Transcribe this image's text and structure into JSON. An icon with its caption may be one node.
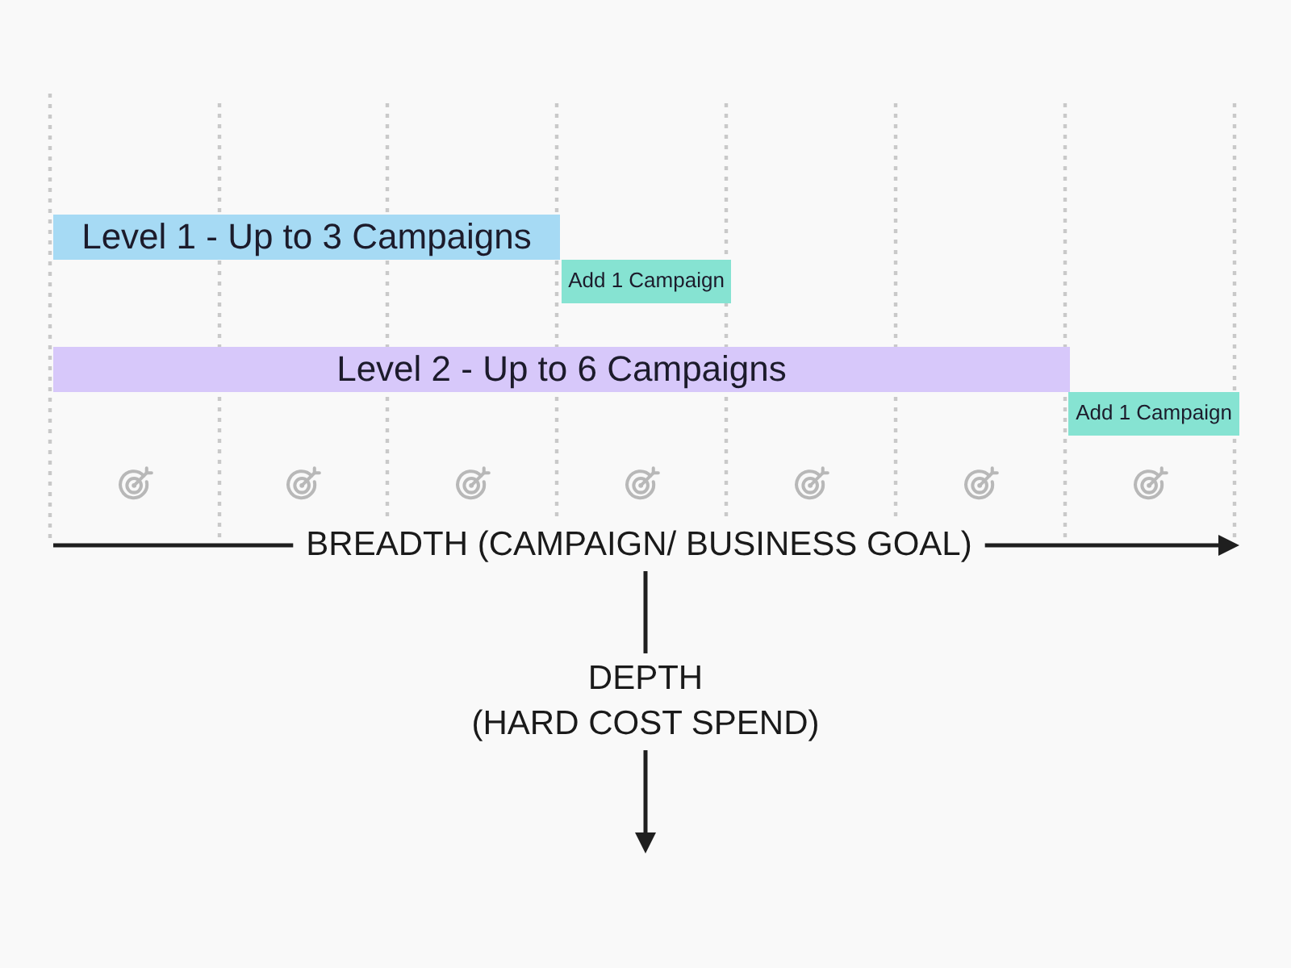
{
  "diagram": {
    "nodes": [
      {
        "text": [
          "Level 1 - Up to 3 Campaigns"
        ]
      },
      {
        "text": [
          "Add 1 Campaign"
        ]
      },
      {
        "text": [
          "Level 2 - Up to 6 Campaigns"
        ]
      },
      {
        "text": [
          "Add 1 Campaign"
        ]
      }
    ],
    "labels": [
      "BREADTH (CAMPAIGN/ BUSINESS GOAL)",
      "DEPTH",
      "(HARD COST SPEND)"
    ]
  }
}
